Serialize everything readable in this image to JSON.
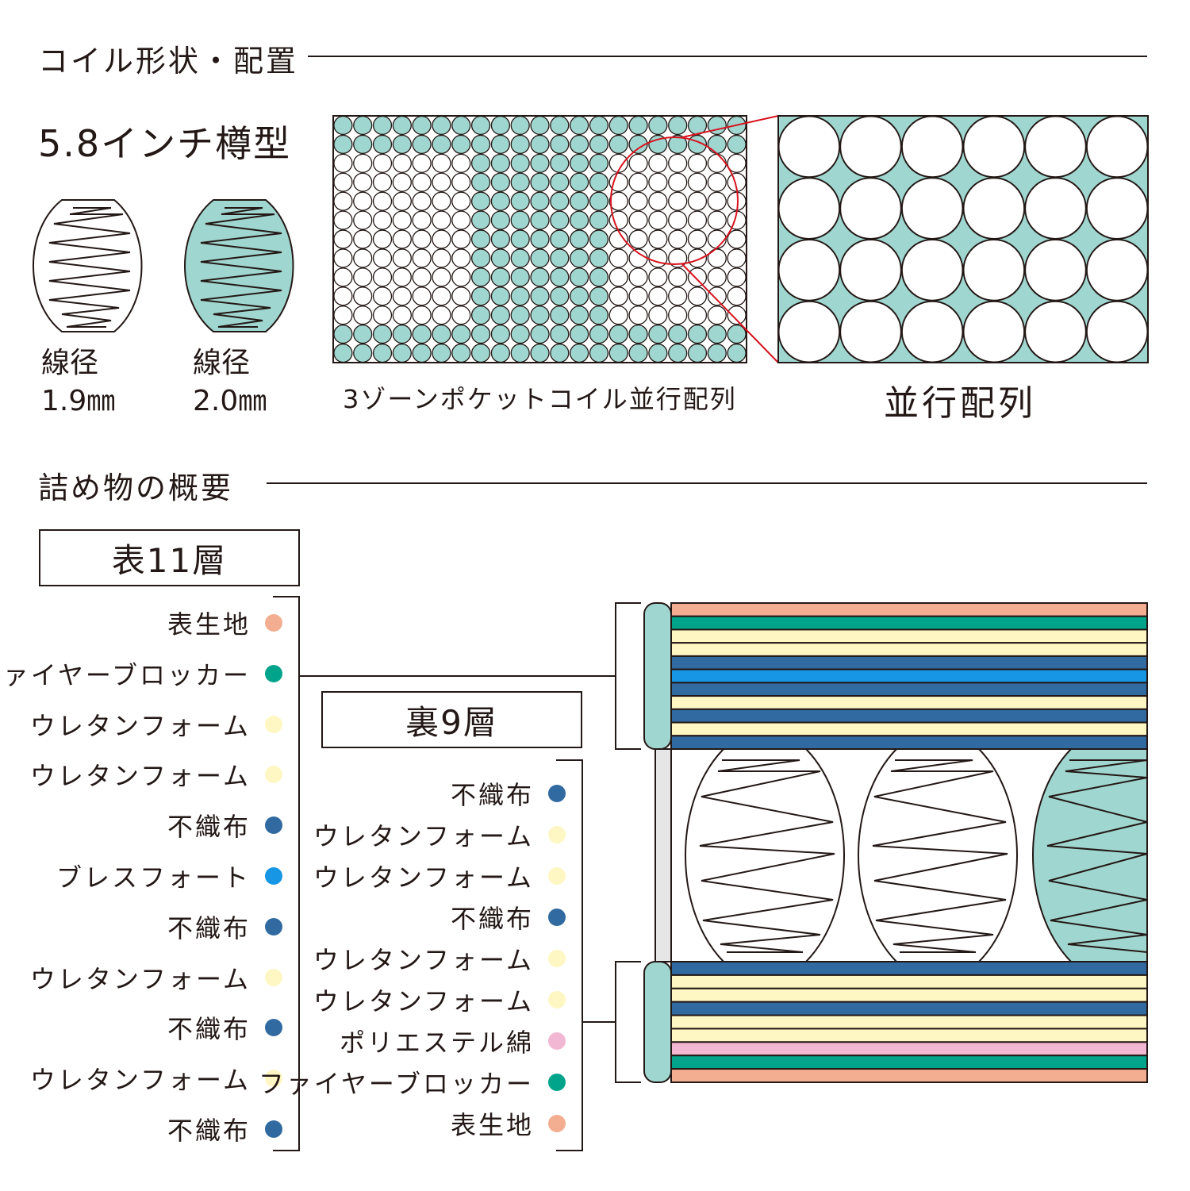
{
  "sections": {
    "coil": {
      "title": "コイル形状・配置"
    },
    "filling": {
      "title": "詰め物の概要"
    }
  },
  "coil": {
    "type_title": "5.8インチ樽型",
    "springs": [
      {
        "label_line1": "線径",
        "label_line2": "1.9㎜",
        "fill": "#ffffff"
      },
      {
        "label_line1": "線径",
        "label_line2": "2.0㎜",
        "fill": "#a0d6d0"
      }
    ],
    "layout_caption": "3ゾーンポケットコイル並行配列",
    "zoom_caption": "並行配列"
  },
  "colors": {
    "teal_light": "#a0d6d0",
    "salmon": "#f3ae91",
    "green": "#00a48a",
    "cream": "#fff7c3",
    "navy": "#306aa1",
    "blue": "#1696e4",
    "pink": "#f2b7d2",
    "red_line": "#d7131e",
    "line": "#231815"
  },
  "top": {
    "title": "表11層",
    "layers": [
      {
        "label": "表生地",
        "color": "#f3ae91"
      },
      {
        "label": "ファイヤーブロッカー",
        "color": "#00a48a"
      },
      {
        "label": "ウレタンフォーム",
        "color": "#fff7c3"
      },
      {
        "label": "ウレタンフォーム",
        "color": "#fff7c3"
      },
      {
        "label": "不織布",
        "color": "#306aa1"
      },
      {
        "label": "ブレスフォート",
        "color": "#1696e4"
      },
      {
        "label": "不織布",
        "color": "#306aa1"
      },
      {
        "label": "ウレタンフォーム",
        "color": "#fff7c3"
      },
      {
        "label": "不織布",
        "color": "#306aa1"
      },
      {
        "label": "ウレタンフォーム",
        "color": "#fff7c3"
      },
      {
        "label": "不織布",
        "color": "#306aa1"
      }
    ]
  },
  "bottom": {
    "title": "裏9層",
    "layers": [
      {
        "label": "不織布",
        "color": "#306aa1"
      },
      {
        "label": "ウレタンフォーム",
        "color": "#fff7c3"
      },
      {
        "label": "ウレタンフォーム",
        "color": "#fff7c3"
      },
      {
        "label": "不織布",
        "color": "#306aa1"
      },
      {
        "label": "ウレタンフォーム",
        "color": "#fff7c3"
      },
      {
        "label": "ウレタンフォーム",
        "color": "#fff7c3"
      },
      {
        "label": "ポリエステル綿",
        "color": "#f2b7d2"
      },
      {
        "label": "ファイヤーブロッカー",
        "color": "#00a48a"
      },
      {
        "label": "表生地",
        "color": "#f3ae91"
      }
    ]
  }
}
